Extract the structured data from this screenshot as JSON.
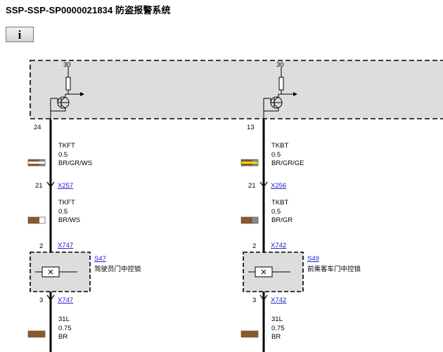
{
  "page": {
    "title": "SSP-SSP-SP0000021834 防盗报警系统",
    "info_button": "i"
  },
  "circuits": [
    {
      "supply_terminal": "30",
      "pin_top": "24",
      "wire1": {
        "name": "TKFT",
        "gauge": "0.5",
        "color_code": "BR/GR/WS",
        "swatch": [
          "#8b5a2b",
          "#8a8a8a",
          "#ffffff"
        ]
      },
      "connector1": {
        "pin": "21",
        "id": "X257"
      },
      "wire2": {
        "name": "TKFT",
        "gauge": "0.5",
        "color_code": "BR/WS",
        "swatch": [
          "#8b5a2b",
          "#ffffff"
        ]
      },
      "connector2": {
        "pin": "2",
        "id": "X747"
      },
      "component": {
        "id": "S47",
        "name": "驾驶员门中控锁"
      },
      "connector3": {
        "pin": "3",
        "id": "X747"
      },
      "wire3": {
        "name": "31L",
        "gauge": "0.75",
        "color_code": "BR",
        "swatch": [
          "#8b5a2b"
        ]
      }
    },
    {
      "supply_terminal": "30",
      "pin_top": "13",
      "wire1": {
        "name": "TKBT",
        "gauge": "0.5",
        "color_code": "BR/GR/GE",
        "swatch": [
          "#8b5a2b",
          "#8a8a8a",
          "#f2d600"
        ]
      },
      "connector1": {
        "pin": "21",
        "id": "X256"
      },
      "wire2": {
        "name": "TKBT",
        "gauge": "0.5",
        "color_code": "BR/GR",
        "swatch": [
          "#8b5a2b",
          "#8a8a8a"
        ]
      },
      "connector2": {
        "pin": "2",
        "id": "X742"
      },
      "component": {
        "id": "S49",
        "name": "前乘客车门中控锁"
      },
      "connector3": {
        "pin": "3",
        "id": "X742"
      },
      "wire3": {
        "name": "31L",
        "gauge": "0.75",
        "color_code": "BR",
        "swatch": [
          "#8b5a2b"
        ]
      }
    }
  ]
}
